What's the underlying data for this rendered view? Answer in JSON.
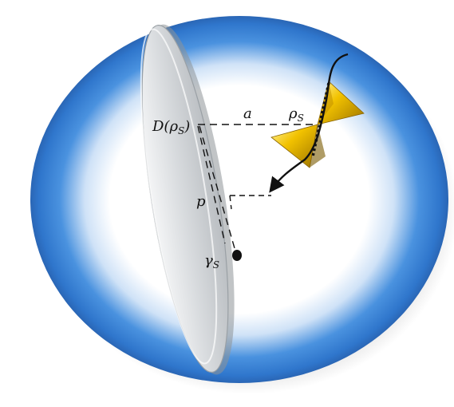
{
  "labels": {
    "detector": "D(ρ",
    "detector_sub": "S",
    "detector_close": ")",
    "distance_a": "a",
    "rho": "ρ",
    "rho_sub": "S",
    "distance_p": "p",
    "gamma": "γ",
    "gamma_sub": "S"
  },
  "colors": {
    "ring_outer": "#2f7fd8",
    "ring_inner": "#ffffff",
    "disk_fill": "#dcdfe2",
    "cone_yellow": "#f2c200",
    "cone_dark": "#a07a00",
    "ink": "#111111"
  },
  "icons": {
    "source": "double-cone-icon",
    "point": "point-marker-icon"
  }
}
